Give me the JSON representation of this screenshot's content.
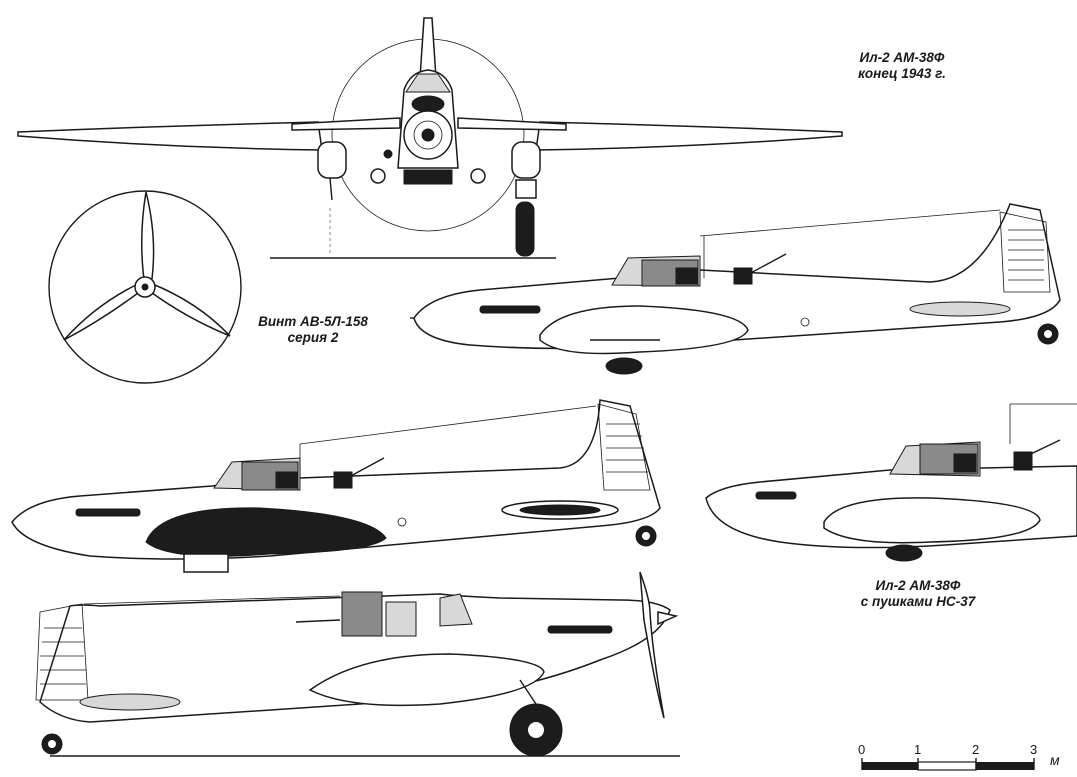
{
  "captions": {
    "variant_1": {
      "line1": "Ил-2  АМ-38Ф",
      "line2": "конец 1943 г."
    },
    "propeller": {
      "line1": "Винт АВ-5Л-158",
      "line2": "серия 2"
    },
    "variant_2": {
      "line1": "Ил-2  АМ-38Ф",
      "line2": "с пушками НС-37"
    }
  },
  "scale_bar": {
    "ticks": [
      "0",
      "1",
      "2",
      "3"
    ],
    "unit_glyph": "м"
  },
  "colors": {
    "line": "#1a1a1a",
    "dark_fill": "#1c1c1c",
    "mid_fill": "#8a8a8a",
    "light_fill": "#d8d8d8"
  }
}
